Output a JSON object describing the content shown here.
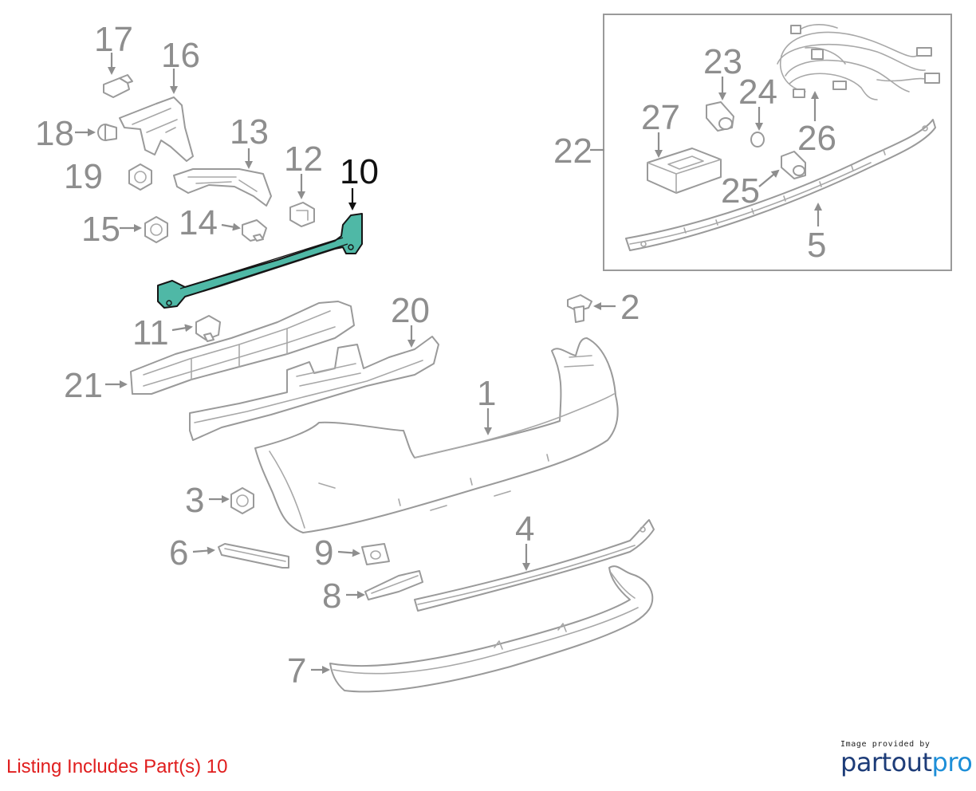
{
  "diagram": {
    "callouts": [
      {
        "id": "1",
        "label": "1"
      },
      {
        "id": "2",
        "label": "2"
      },
      {
        "id": "3",
        "label": "3"
      },
      {
        "id": "4",
        "label": "4"
      },
      {
        "id": "5",
        "label": "5"
      },
      {
        "id": "6",
        "label": "6"
      },
      {
        "id": "7",
        "label": "7"
      },
      {
        "id": "8",
        "label": "8"
      },
      {
        "id": "9",
        "label": "9"
      },
      {
        "id": "10",
        "label": "10"
      },
      {
        "id": "11",
        "label": "11"
      },
      {
        "id": "12",
        "label": "12"
      },
      {
        "id": "13",
        "label": "13"
      },
      {
        "id": "14",
        "label": "14"
      },
      {
        "id": "15",
        "label": "15"
      },
      {
        "id": "16",
        "label": "16"
      },
      {
        "id": "17",
        "label": "17"
      },
      {
        "id": "18",
        "label": "18"
      },
      {
        "id": "19",
        "label": "19"
      },
      {
        "id": "20",
        "label": "20"
      },
      {
        "id": "21",
        "label": "21"
      },
      {
        "id": "22",
        "label": "22"
      },
      {
        "id": "23",
        "label": "23"
      },
      {
        "id": "24",
        "label": "24"
      },
      {
        "id": "25",
        "label": "25"
      },
      {
        "id": "26",
        "label": "26"
      },
      {
        "id": "27",
        "label": "27"
      }
    ],
    "highlighted_part": "10",
    "colors": {
      "highlight_fill": "#4fb8a6",
      "line": "#9a9a9a",
      "callout_text": "#8e8e8e",
      "active_text": "#111111"
    }
  },
  "footer": {
    "listing_note": "Listing Includes Part(s) 10",
    "listing_note_color": "#e01e1e",
    "brand_tagline": "Image provided by",
    "brand_name_part1": "partout",
    "brand_name_part2": "pro"
  }
}
